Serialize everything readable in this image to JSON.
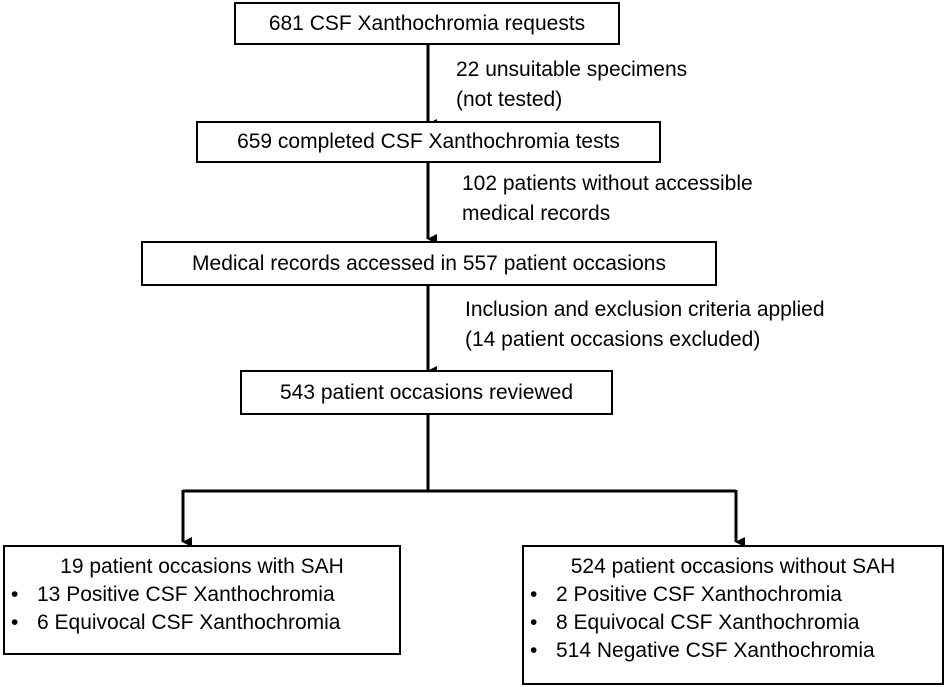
{
  "steps": [
    {
      "text": "681 CSF Xanthochromia requests"
    },
    {
      "text": "659 completed CSF Xanthochromia tests"
    },
    {
      "text": "Medical records accessed in 557 patient occasions"
    },
    {
      "text": "543 patient occasions reviewed"
    }
  ],
  "exclusions": [
    {
      "lines": [
        "22 unsuitable specimens",
        "(not tested)"
      ]
    },
    {
      "lines": [
        "102 patients without accessible",
        "medical records"
      ]
    },
    {
      "lines": [
        "Inclusion and exclusion criteria applied",
        "(14 patient occasions excluded)"
      ]
    }
  ],
  "outcomes": [
    {
      "heading": "19 patient occasions with SAH",
      "bullets": [
        "13 Positive CSF Xanthochromia",
        "6 Equivocal CSF Xanthochromia"
      ]
    },
    {
      "heading": "524 patient occasions without SAH",
      "bullets": [
        "2 Positive CSF Xanthochromia",
        "8 Equivocal CSF Xanthochromia",
        "514 Negative CSF Xanthochromia"
      ]
    }
  ]
}
